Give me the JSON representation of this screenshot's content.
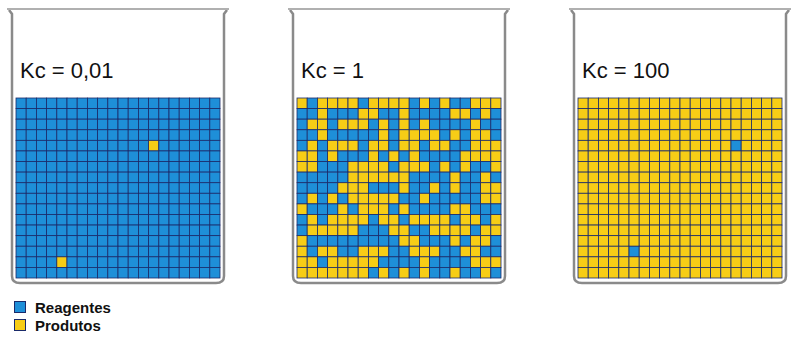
{
  "diagram": {
    "nodes": [
      {
        "text": [
          "Kc = 0,01"
        ]
      },
      {
        "text": [
          "Kc = 1"
        ]
      },
      {
        "text": [
          "Kc = 100"
        ]
      }
    ],
    "legend": [
      {
        "text": "Reagentes",
        "color": "#1e8fd8"
      },
      {
        "text": "Produtos",
        "color": "#f7cd16"
      }
    ]
  }
}
